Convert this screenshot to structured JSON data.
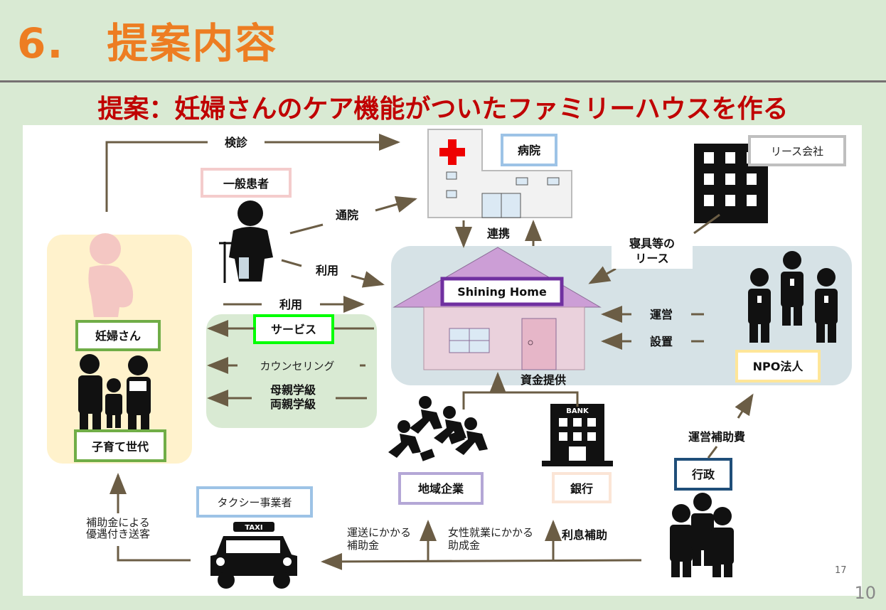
{
  "title": "6.　提案内容",
  "subtitle": "提案：妊婦さんのケア機能がついたファミリーハウスを作る",
  "slide_number": "17",
  "corner_number": "10",
  "nodes": {
    "hospital": "病院",
    "lease_company": "リース会社",
    "general_patient": "一般患者",
    "pregnant": "妊婦さん",
    "childcare": "子育て世代",
    "shining_home": "Shining Home",
    "services": "サービス",
    "npo": "NPO法人",
    "local_business": "地域企業",
    "bank": "銀行",
    "bank_sign": "BANK",
    "government": "行政",
    "taxi_company": "タクシー事業者",
    "taxi_sign": "TAXI"
  },
  "arrows": {
    "checkup": "検診",
    "visit": "通院",
    "use1": "利用",
    "use2": "利用",
    "cooperation": "連携",
    "lease_line1": "寝具等の",
    "lease_line2": "リース",
    "operate": "運営",
    "install": "設置",
    "counseling": "カウンセリング",
    "mother_class": "母親学級",
    "parents_class": "両親学級",
    "funding": "資金提供",
    "operation_subsidy": "運営補助費",
    "transport_subsidy_1": "運送にかかる",
    "transport_subsidy_2": "補助金",
    "women_employment_1": "女性就業にかかる",
    "women_employment_2": "助成金",
    "interest_subsidy": "利息補助",
    "preferential_1": "補助金による",
    "preferential_2": "優遇付き送客"
  },
  "colors": {
    "title": "#ed7d22",
    "subtitle": "#c00000",
    "background": "#d9ead3",
    "hospital_tag": "#9dc3e6",
    "green_tag": "#70ad47",
    "shining_tag": "#7030a0",
    "service_tag": "#00ff00",
    "npo_tag": "#ffe699",
    "local_business_tag": "#b4a7d6",
    "bank_tag": "#fbe5d6",
    "government_tag": "#1f4e79",
    "general_patient_tag": "#f4cccc",
    "arrow": "#6b5d45"
  },
  "icons": [
    "red-cross-icon",
    "hospital-building-icon",
    "office-building-icon",
    "patient-crutch-icon",
    "pregnant-woman-icon",
    "family-icon",
    "house-icon",
    "business-team-icon",
    "running-business-people-icon",
    "bank-building-icon",
    "taxi-icon",
    "officials-icon"
  ]
}
